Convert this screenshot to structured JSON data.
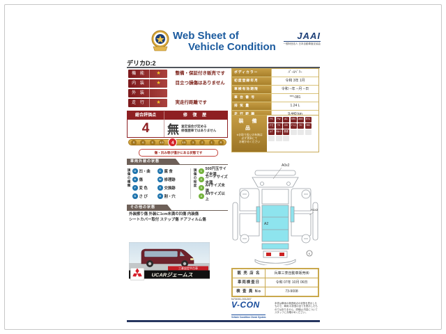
{
  "header": {
    "title1": "Web Sheet of",
    "title2": "Vehicle Condition",
    "brand": "JAAI",
    "brand_sub": "一般財団法人 日本自動車査定協会",
    "vehicle_name": "デリカD:2"
  },
  "ratings": [
    {
      "label": "機 能",
      "star": "★",
      "text": "整備・保証付き販売です"
    },
    {
      "label": "内 装",
      "star": "★",
      "text": "目立つ損傷はありません"
    },
    {
      "label": "外 装",
      "star": "",
      "text": ""
    },
    {
      "label": "走 行",
      "star": "★",
      "text": "実走行距離です"
    }
  ],
  "evaluation": {
    "header_score": "総合評価点",
    "header_repair": "修 復 歴",
    "score": "4",
    "repair": "無",
    "repair_note1": "査定協会が定める",
    "repair_note2": "修復歴車ではありません",
    "scale": [
      "S",
      "6",
      "5",
      "4.5",
      "4",
      "3.5",
      "3",
      "2",
      "1",
      "R"
    ],
    "scale_note": "傷・凹み等が僅かにある状態です"
  },
  "vehicle_info": {
    "rows": [
      {
        "label": "ボディカラー",
        "value": "ﾊﾟｰﾙﾍﾞﾘｰ"
      },
      {
        "label": "初度登録年月",
        "value": "令和 3年 1月"
      },
      {
        "label": "車検有効期限",
        "value": "令和 --年 --月 --日"
      },
      {
        "label": "車 台 番 号",
        "value": "***-081"
      },
      {
        "label": "排 気 量",
        "value": "1.24 L"
      },
      {
        "label": "走 行 距 離",
        "value": "9,440 km"
      }
    ]
  },
  "equipment": {
    "title": "装 備 品",
    "note1": "※お取り扱いの有無は",
    "note2": "必ず実車にて",
    "note3": "お確かめください",
    "chips": [
      "PS",
      "PW",
      "AC",
      "SRS",
      "ABS",
      "ETC",
      "ナビ",
      "TV",
      "CD",
      "ｷｰﾚｽ",
      "ｱﾙﾐ",
      "HID",
      "ﾌｫｸﾞ",
      "Bｶﾒﾗ",
      "禁煙"
    ]
  },
  "exterior": {
    "title": "車両外装の状態",
    "type_title": "損傷の種類",
    "level_title": "損傷の程度",
    "types": [
      {
        "code": "U",
        "label": "凹・曲"
      },
      {
        "code": "C",
        "label": "腐 食"
      },
      {
        "code": "A",
        "label": "傷"
      },
      {
        "code": "W",
        "label": "修理跡"
      },
      {
        "code": "Y",
        "label": "変 色"
      },
      {
        "code": "X",
        "label": "交換跡"
      },
      {
        "code": "S",
        "label": "さ び"
      },
      {
        "code": "H",
        "label": "割・穴"
      }
    ],
    "levels": [
      {
        "code": "1",
        "label": "500円玉サイズ未満"
      },
      {
        "code": "2",
        "label": "カードサイズ未満"
      },
      {
        "code": "3",
        "label": "A4サイズ未満"
      },
      {
        "code": "4",
        "label": "A4サイズ以上"
      }
    ]
  },
  "other": {
    "title": "その他の状態",
    "line1": "外装擦り傷 外装に1cm未満の凹傷 内装傷",
    "line2": "シートカバー取付 ステップ傷 ドアフィルム傷"
  },
  "photo": {
    "tag": "三菱認定中古車",
    "banner": "UCARジェームス"
  },
  "diagram": {
    "label_top": "A0x2",
    "label_center": "A2",
    "label_right": "A1x2",
    "label_mark": "K"
  },
  "dealer": {
    "rows": [
      {
        "label": "販 売 店 名",
        "value": "兵庫三菱自動車販売㈱"
      },
      {
        "label": "車両検査日",
        "value": "令和 07年 10月 06日"
      },
      {
        "label": "検 査 員 No",
        "value": "73-9008"
      }
    ]
  },
  "vcon": {
    "serial": "N73001-001287",
    "logo": "V-CON",
    "logo_sub": "Vehicle Condition Check System",
    "note1": "本書は車両の検査時点の状態を表示したもので、車両",
    "note2": "の状態の全てを表示したものではありません。詳細は",
    "note3": "内容についてスタッフにお確かめください。"
  }
}
